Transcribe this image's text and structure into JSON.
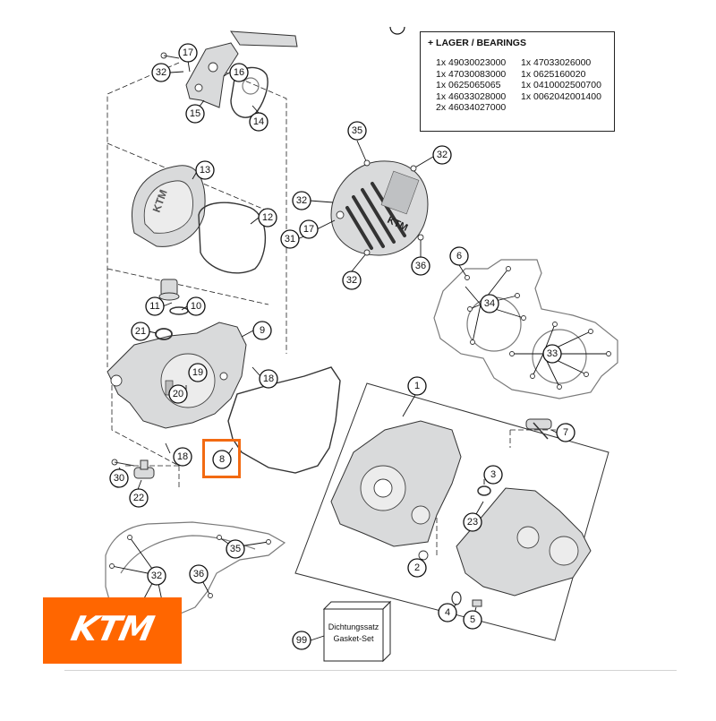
{
  "bearings": {
    "title": "+ LAGER / BEARINGS",
    "col1": [
      "1x 49030023000",
      "1x 47030083000",
      "1x 0625065065",
      "1x 46033028000",
      "2x 46034027000"
    ],
    "col2": [
      "1x 47033026000",
      "1x 0625160020",
      "1x 0410002500700",
      "1x 0062042001400"
    ]
  },
  "brand": {
    "logo_text": "KTM",
    "logo_color": "#ff6600",
    "highlight_color": "#f26a12"
  },
  "gasket_set": {
    "number": "99",
    "line1": "Dichtungssatz",
    "line2": "Gasket-Set"
  },
  "callouts": {
    "c1": "1",
    "c2": "2",
    "c3": "3",
    "c4": "4",
    "c5": "5",
    "c6": "6",
    "c7": "7",
    "c8": "8",
    "c9": "9",
    "c10": "10",
    "c11": "11",
    "c12": "12",
    "c13": "13",
    "c14": "14",
    "c15": "15",
    "c16": "16",
    "c17a": "17",
    "c17b": "17",
    "c18a": "18",
    "c18b": "18",
    "c19": "19",
    "c20": "20",
    "c21": "21",
    "c22": "22",
    "c23": "23",
    "c30": "30",
    "c31": "31",
    "c32a": "32",
    "c32b": "32",
    "c32c": "32",
    "c32d": "32",
    "c32e": "32",
    "c33": "33",
    "c34": "34",
    "c35a": "35",
    "c35b": "35",
    "c36a": "36",
    "c36b": "36"
  }
}
